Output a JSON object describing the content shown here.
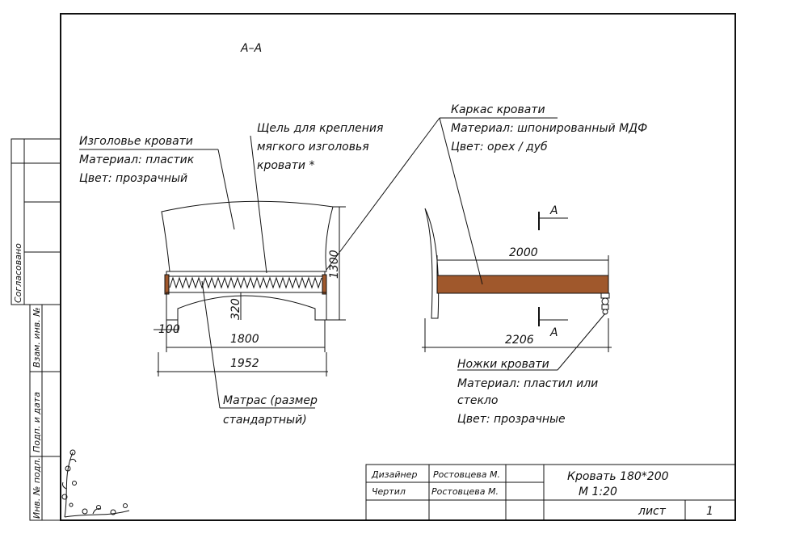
{
  "section_label": "A–A",
  "headboard_note": {
    "title": "Изголовье кровати",
    "material": "Материал: пластик",
    "color": "Цвет: прозрачный"
  },
  "slot_note": {
    "line1": "Щель для крепления",
    "line2": "мягкого изголовья",
    "line3": "кровати *"
  },
  "frame_note": {
    "title": "Каркас кровати",
    "material": "Материал: шпонированный МДФ",
    "color": "Цвет: орех / дуб"
  },
  "mattress_note": {
    "line1": "Матрас (размер",
    "line2": "стандартный)"
  },
  "legs_note": {
    "title": "Ножки кровати",
    "material_line1": "Материал: пластил или",
    "material_line2": "стекло",
    "color": "Цвет: прозрачные"
  },
  "dimensions": {
    "height": "1300",
    "leg_height": "320",
    "leg_width": "100",
    "inner_width": "1800",
    "outer_width": "1952",
    "length": "2000",
    "total_length": "2206"
  },
  "cut_marker": "A",
  "side_strip": {
    "agreed": "Согласовано",
    "inv_replaced": "Взам. инв. №",
    "sign_date": "Подп. и дата",
    "inv_original": "Инв. № подл."
  },
  "title_block": {
    "designer_role": "Дизайнер",
    "designer_name": "Ростовцева М.",
    "drafter_role": "Чертил",
    "drafter_name": "Ростовцева М.",
    "title": "Кровать 180*200",
    "scale": "М 1:20",
    "sheet_label": "лист",
    "sheet_number": "1"
  },
  "colors": {
    "frame_wood": "#a0582c",
    "ink": "#111111"
  }
}
